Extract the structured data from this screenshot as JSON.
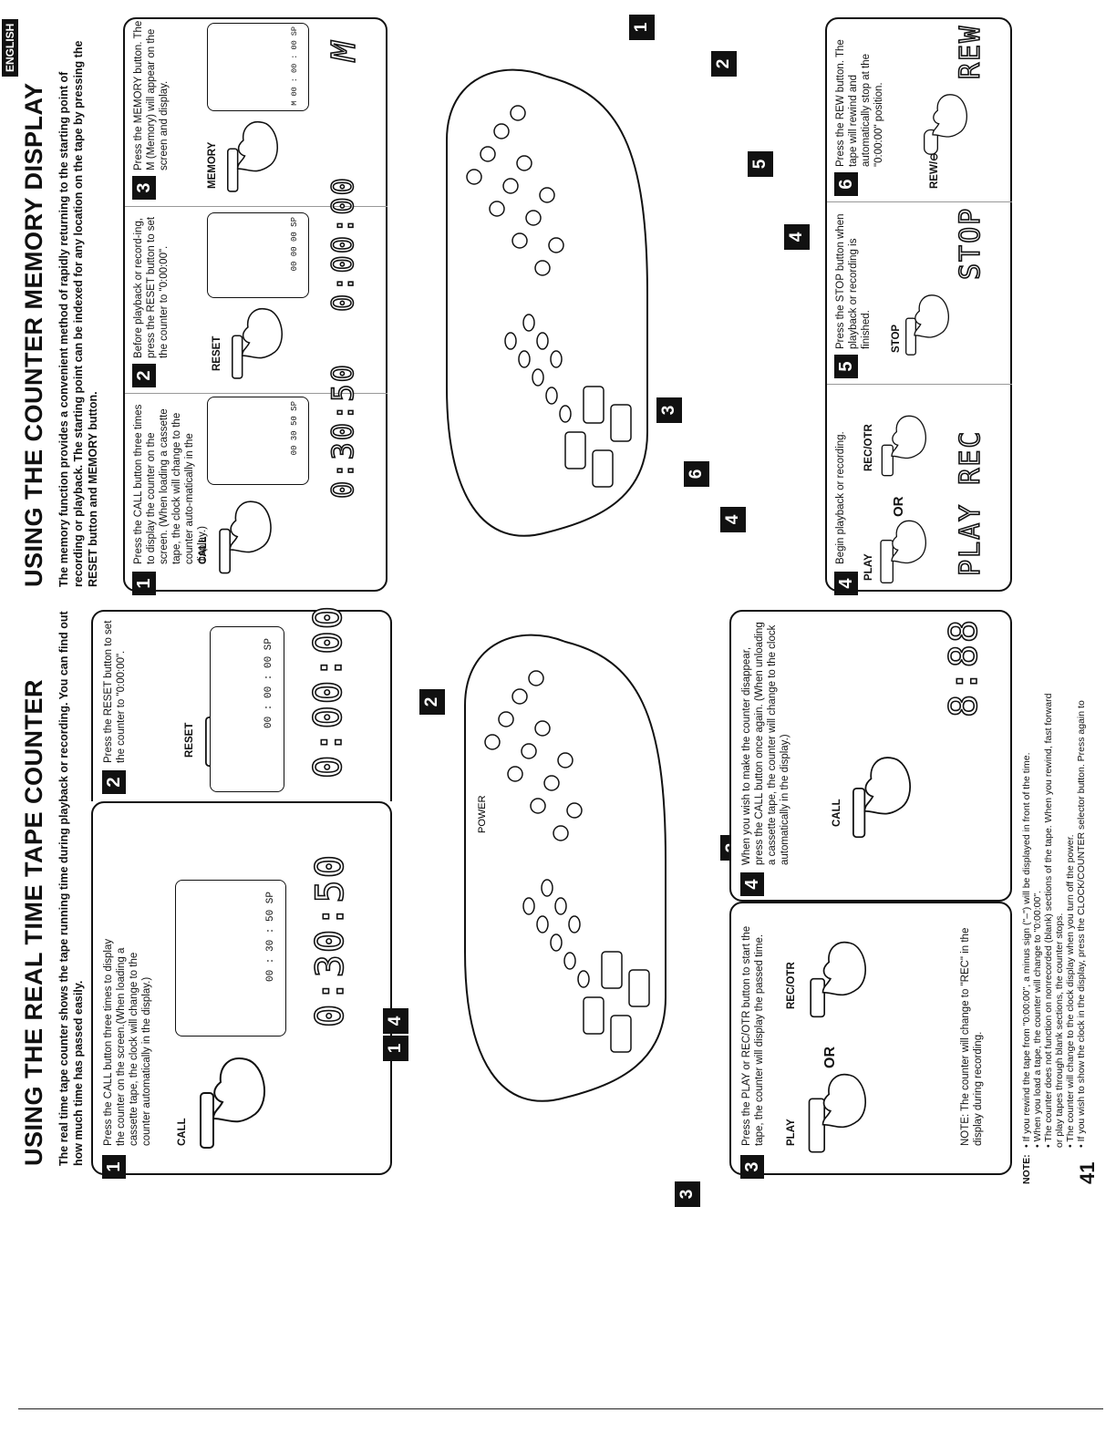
{
  "left": {
    "title": "USING THE REAL TIME TAPE COUNTER",
    "intro": "The real time tape counter shows the tape running time during playback or recording. You can find out how much time has passed easily.",
    "step1": {
      "num": "1",
      "text": "Press the CALL button three times to display the counter on the screen.(When loading a cassette tape, the clock will change to the counter automatically in the display.)",
      "btn": "CALL",
      "screen": "00 : 30 : 50  SP",
      "lcd": "0:30:50"
    },
    "step2": {
      "num": "2",
      "text": "Press the RESET button to set the counter to \"0:00:00\".",
      "btn": "RESET",
      "screen": "00 : 00 : 00  SP",
      "lcd": "0:00:00"
    },
    "step3": {
      "num": "3",
      "text": "Press the PLAY or REC/OTR button to start the tape, the counter will display the passed time.",
      "play": "PLAY",
      "or": "OR",
      "rec": "REC/OTR",
      "note": "NOTE: The counter will change to \"REC\" in the display during recording."
    },
    "step4": {
      "num": "4",
      "text": "When you wish to make the counter disappear, press the CALL button once again. (When unloading a cassette tape, the counter will change to the clock automatically in the display.)",
      "btn": "CALL",
      "lcd": "8:88"
    },
    "callouts": [
      "1",
      "4",
      "2",
      "3",
      "3"
    ]
  },
  "right": {
    "title": "USING THE COUNTER MEMORY DISPLAY",
    "intro": "The memory function provides a convenient method of rapidly returning to the starting point of recording or playback. The starting point can be indexed for any location on the tape by pressing the RESET button and MEMORY button.",
    "step1": {
      "num": "1",
      "text": "Press the CALL button three times to display the counter on the screen. (When loading a cassette tape, the clock will change to the counter auto-matically in the display.)",
      "btn": "CALL",
      "screen": "00 30 50 SP",
      "lcd": "0:30:50"
    },
    "step2": {
      "num": "2",
      "text": "Before playback or record-ing, press the RESET button to set the counter to \"0:00:00\".",
      "btn": "RESET",
      "screen": "00 00 00 SP",
      "lcd": "0:00:00"
    },
    "step3": {
      "num": "3",
      "text": "Press the MEMORY button. The M (Memory) will appear on the screen and display.",
      "btn": "MEMORY",
      "screen": "M 00 : 00 : 00  SP",
      "lcd": "M"
    },
    "step4": {
      "num": "4",
      "text": "Begin playback or recording.",
      "play": "PLAY",
      "or": "OR",
      "rec": "REC/OTR",
      "lcd": "PLAY  REC"
    },
    "step5": {
      "num": "5",
      "text": "Press the STOP button when playback or recording is finished.",
      "btn": "STOP",
      "lcd": "STOP"
    },
    "step6": {
      "num": "6",
      "text": "Press the REW button. The tape will rewind and automatically stop at the \"0:00:00\" position.",
      "btn": "REW/⊖",
      "lcd": "REW"
    },
    "callouts": [
      "1",
      "2",
      "5",
      "4",
      "3",
      "6",
      "4"
    ]
  },
  "notes": {
    "label": "NOTE:",
    "lines": [
      "• If you rewind the tape from \"0:00:00\", a minus sign (\"–\") will be displayed in front of the time.",
      "• When you load a tape, the counter will change to \"0:00:00\".",
      "• The counter does not function on nonrecorded (blank) sections of the tape. When you rewind, fast forward",
      "  or play tapes through blank sections, the counter stops.",
      "• The counter will change to the clock display when you turn off the power.",
      "• If you wish to show the clock in the display, press the CLOCK/COUNTER selector button. Press again to"
    ]
  },
  "page_number": "41",
  "language_tab": "ENGLISH"
}
